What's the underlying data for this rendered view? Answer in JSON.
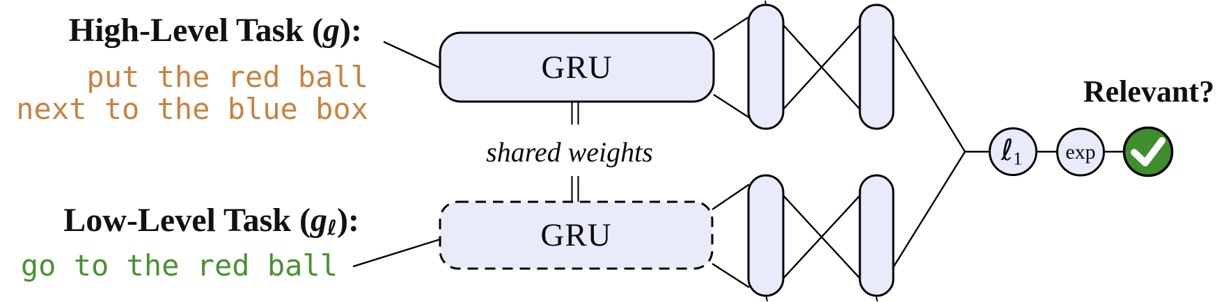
{
  "colors": {
    "node-fill": "#e9eafa",
    "stroke": "#000000",
    "orange": "#c8823f",
    "green-text": "#4a9132",
    "check-green": "#3e8e2e",
    "text": "#111111"
  },
  "high_level": {
    "label_prefix": "High-Level Task (",
    "label_var": "g",
    "label_suffix": "):",
    "line1": "put the red ball",
    "line2": "next to the blue box"
  },
  "low_level": {
    "label_prefix": "Low-Level Task (",
    "label_var": "g",
    "label_var_sub": "ℓ",
    "label_suffix": "):",
    "line1": "go to the red ball"
  },
  "encoder_top": {
    "label": "GRU"
  },
  "encoder_bottom": {
    "label": "GRU"
  },
  "shared_weights_label": "shared weights",
  "output": {
    "l1_symbol": "ℓ",
    "l1_subscript": "1",
    "exp_label": "exp",
    "relevant_label": "Relevant?"
  },
  "icons": {
    "relevant_result": "check-circle-icon"
  }
}
